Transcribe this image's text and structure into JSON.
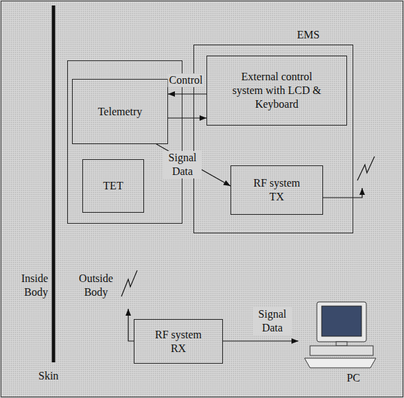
{
  "diagram": {
    "nodes": [
      {
        "text": [
          "Telemetry"
        ]
      },
      {
        "text": [
          "TET"
        ]
      },
      {
        "text": [
          "EMS"
        ]
      },
      {
        "text": [
          "External control system with LCD & Keyboard"
        ],
        "in": 2
      },
      {
        "text": [
          "RF system TX"
        ],
        "in": 2
      },
      {
        "text": [
          "RF system RX"
        ]
      },
      {
        "text": [
          "PC"
        ]
      }
    ],
    "edges": [
      {
        "from": 3,
        "to": 0,
        "arrow": "to",
        "label": "Control"
      },
      {
        "from": 0,
        "to": 3,
        "arrow": "to"
      },
      {
        "from": 0,
        "to": 4,
        "arrow": "to",
        "label": "Signal Data"
      },
      {
        "from": 5,
        "to": 6,
        "arrow": "to",
        "label": "Signal Data"
      }
    ],
    "labels": [
      "Inside Body",
      "Outside Body",
      "Skin"
    ]
  }
}
